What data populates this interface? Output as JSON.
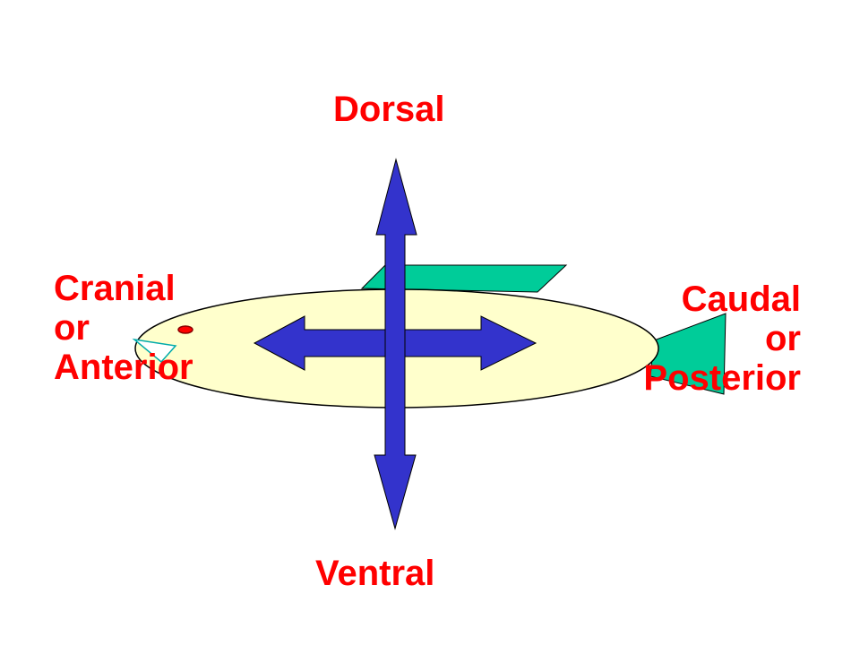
{
  "labels": {
    "dorsal": "Dorsal",
    "ventral": "Ventral",
    "cranial": [
      "Cranial",
      "or",
      "Anterior"
    ],
    "caudal": [
      "Caudal",
      "or",
      "Posterior"
    ]
  },
  "colors": {
    "label_text": "#ff0000",
    "fish_body": "#ffffcc",
    "fins": "#00cc99",
    "arrows": "#3333cc",
    "eye": "#ff0000",
    "mouth": "#ffffff",
    "outline": "#000000"
  }
}
